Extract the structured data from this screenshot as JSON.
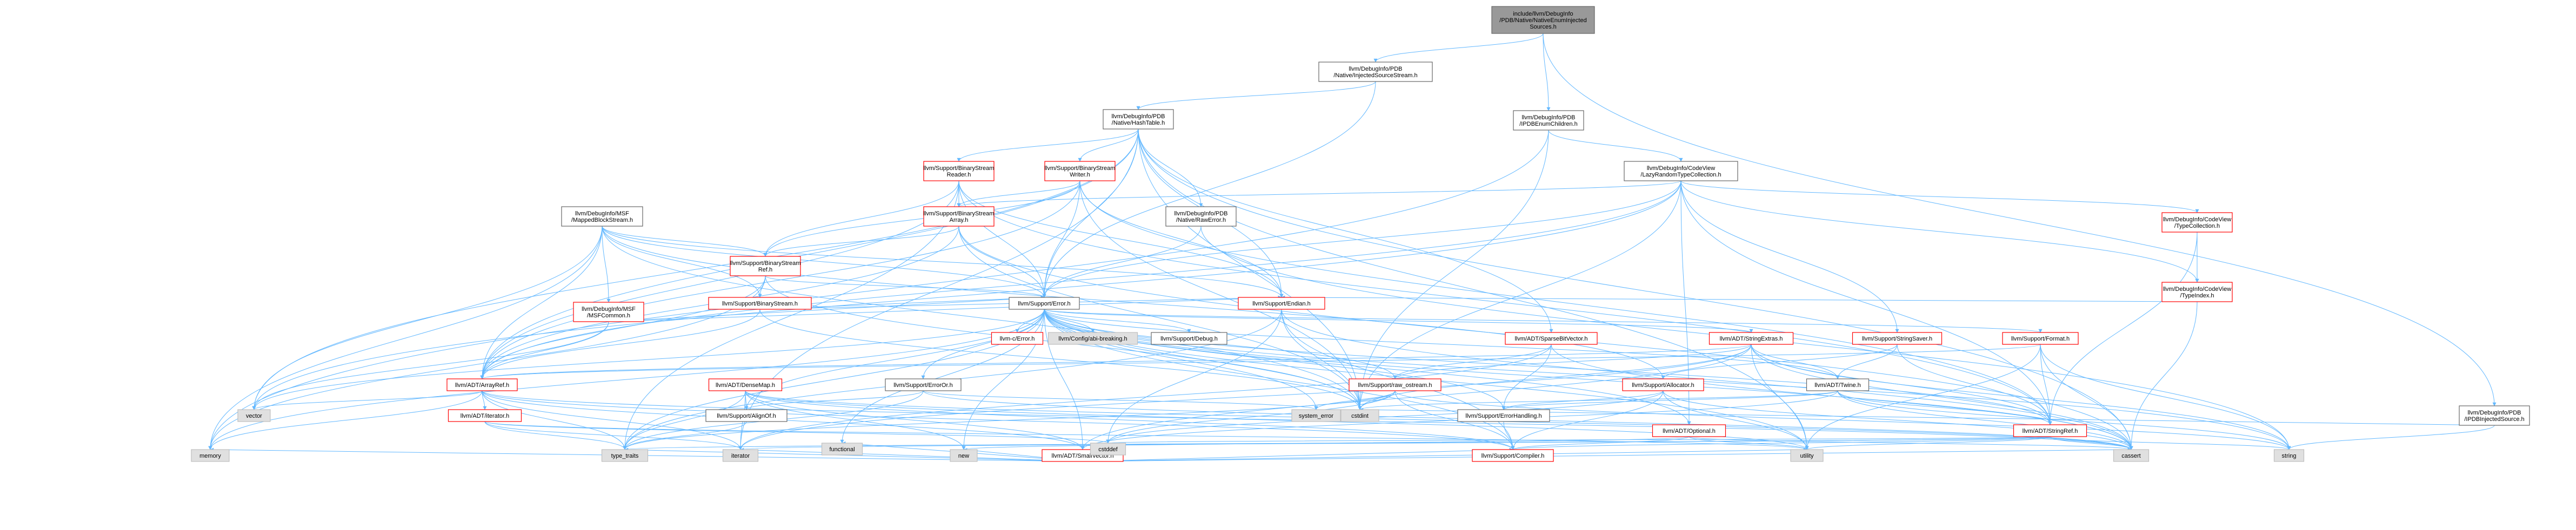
{
  "colors": {
    "edge": "#63b8ff",
    "node_default_border": "#666666",
    "node_red_border": "#ff0000",
    "node_gray_border": "#bfbfbf",
    "node_gray_fill": "#e0e0e0",
    "root_fill": "#999999",
    "root_border": "#666666",
    "red_text": "#ff0000"
  },
  "nodes": [
    {
      "id": "root",
      "lines": [
        "include/llvm/DebugInfo",
        "/PDB/Native/NativeEnumInjected",
        "Sources.h"
      ],
      "style": "root"
    },
    {
      "id": "injsrcstream",
      "lines": [
        "llvm/DebugInfo/PDB",
        "/Native/InjectedSourceStream.h"
      ],
      "style": "default"
    },
    {
      "id": "pdbenumchildren",
      "lines": [
        "llvm/DebugInfo/PDB",
        "/IPDBEnumChildren.h"
      ],
      "style": "default"
    },
    {
      "id": "ipdbinjsrc",
      "lines": [
        "llvm/DebugInfo/PDB",
        "/IPDBInjectedSource.h"
      ],
      "style": "default"
    },
    {
      "id": "hashtable",
      "lines": [
        "llvm/DebugInfo/PDB",
        "/Native/HashTable.h"
      ],
      "style": "default"
    },
    {
      "id": "lazyrandom",
      "lines": [
        "llvm/DebugInfo/CodeView",
        "/LazyRandomTypeCollection.h"
      ],
      "style": "default"
    },
    {
      "id": "bsreader",
      "lines": [
        "llvm/Support/BinaryStream",
        "Reader.h"
      ],
      "style": "red"
    },
    {
      "id": "bswriter",
      "lines": [
        "llvm/Support/BinaryStream",
        "Writer.h"
      ],
      "style": "red"
    },
    {
      "id": "rawerror",
      "lines": [
        "llvm/DebugInfo/PDB",
        "/Native/RawError.h"
      ],
      "style": "default"
    },
    {
      "id": "mappedblock",
      "lines": [
        "llvm/DebugInfo/MSF",
        "/MappedBlockStream.h"
      ],
      "style": "default"
    },
    {
      "id": "bsarray",
      "lines": [
        "llvm/Support/BinaryStream",
        "Array.h"
      ],
      "style": "red"
    },
    {
      "id": "bsref",
      "lines": [
        "llvm/Support/BinaryStream",
        "Ref.h"
      ],
      "style": "red"
    },
    {
      "id": "typecollection",
      "lines": [
        "llvm/DebugInfo/CodeView",
        "/TypeCollection.h"
      ],
      "style": "red"
    },
    {
      "id": "msfcommon",
      "lines": [
        "llvm/DebugInfo/MSF",
        "/MSFCommon.h"
      ],
      "style": "red"
    },
    {
      "id": "binarystream",
      "lines": [
        "llvm/Support/BinaryStream.h"
      ],
      "style": "red"
    },
    {
      "id": "typeindex",
      "lines": [
        "llvm/DebugInfo/CodeView",
        "/TypeIndex.h"
      ],
      "style": "red"
    },
    {
      "id": "endian",
      "lines": [
        "llvm/Support/Endian.h"
      ],
      "style": "red"
    },
    {
      "id": "error",
      "lines": [
        "llvm/Support/Error.h"
      ],
      "style": "default"
    },
    {
      "id": "cerror",
      "lines": [
        "llvm-c/Error.h"
      ],
      "style": "red"
    },
    {
      "id": "abibreaking",
      "lines": [
        "llvm/Config/abi-breaking.h"
      ],
      "style": "gray"
    },
    {
      "id": "debug",
      "lines": [
        "llvm/Support/Debug.h"
      ],
      "style": "default"
    },
    {
      "id": "sparsebit",
      "lines": [
        "llvm/ADT/SparseBitVector.h"
      ],
      "style": "red"
    },
    {
      "id": "stringextras",
      "lines": [
        "llvm/ADT/StringExtras.h"
      ],
      "style": "red"
    },
    {
      "id": "stringsaver",
      "lines": [
        "llvm/Support/StringSaver.h"
      ],
      "style": "red"
    },
    {
      "id": "format",
      "lines": [
        "llvm/Support/Format.h"
      ],
      "style": "red"
    },
    {
      "id": "arrayref",
      "lines": [
        "llvm/ADT/ArrayRef.h"
      ],
      "style": "red"
    },
    {
      "id": "densemap",
      "lines": [
        "llvm/ADT/DenseMap.h"
      ],
      "style": "red"
    },
    {
      "id": "erroror",
      "lines": [
        "llvm/Support/ErrorOr.h"
      ],
      "style": "default"
    },
    {
      "id": "rawostream",
      "lines": [
        "llvm/Support/raw_ostream.h"
      ],
      "style": "red"
    },
    {
      "id": "allocator",
      "lines": [
        "llvm/Support/Allocator.h"
      ],
      "style": "red"
    },
    {
      "id": "twine",
      "lines": [
        "llvm/ADT/Twine.h"
      ],
      "style": "default"
    },
    {
      "id": "vector",
      "lines": [
        "vector"
      ],
      "style": "gray"
    },
    {
      "id": "adtiterator",
      "lines": [
        "llvm/ADT/iterator.h"
      ],
      "style": "red"
    },
    {
      "id": "alignof",
      "lines": [
        "llvm/Support/AlignOf.h"
      ],
      "style": "default"
    },
    {
      "id": "smallvector",
      "lines": [
        "llvm/ADT/SmallVector.h"
      ],
      "style": "red"
    },
    {
      "id": "systemerror",
      "lines": [
        "system_error"
      ],
      "style": "gray"
    },
    {
      "id": "cstdint",
      "lines": [
        "cstdint"
      ],
      "style": "gray"
    },
    {
      "id": "errorhandling",
      "lines": [
        "llvm/Support/ErrorHandling.h"
      ],
      "style": "default"
    },
    {
      "id": "optional",
      "lines": [
        "llvm/ADT/Optional.h"
      ],
      "style": "red"
    },
    {
      "id": "stringref",
      "lines": [
        "llvm/ADT/StringRef.h"
      ],
      "style": "red"
    },
    {
      "id": "memory",
      "lines": [
        "memory"
      ],
      "style": "gray"
    },
    {
      "id": "typetraits",
      "lines": [
        "type_traits"
      ],
      "style": "gray"
    },
    {
      "id": "iterator",
      "lines": [
        "iterator"
      ],
      "style": "gray"
    },
    {
      "id": "functional",
      "lines": [
        "functional"
      ],
      "style": "gray"
    },
    {
      "id": "new",
      "lines": [
        "new"
      ],
      "style": "gray"
    },
    {
      "id": "cstddef",
      "lines": [
        "cstddef"
      ],
      "style": "gray"
    },
    {
      "id": "compiler",
      "lines": [
        "llvm/Support/Compiler.h"
      ],
      "style": "red"
    },
    {
      "id": "utility",
      "lines": [
        "utility"
      ],
      "style": "gray"
    },
    {
      "id": "cassert",
      "lines": [
        "cassert"
      ],
      "style": "gray"
    },
    {
      "id": "string",
      "lines": [
        "string"
      ],
      "style": "gray"
    }
  ],
  "edges": [
    [
      "root",
      "injsrcstream"
    ],
    [
      "root",
      "pdbenumchildren"
    ],
    [
      "root",
      "ipdbinjsrc"
    ],
    [
      "injsrcstream",
      "hashtable"
    ],
    [
      "injsrcstream",
      "error"
    ],
    [
      "pdbenumchildren",
      "lazyrandom"
    ],
    [
      "pdbenumchildren",
      "cstdint"
    ],
    [
      "pdbenumchildren",
      "memory"
    ],
    [
      "ipdbinjsrc",
      "cstdint"
    ],
    [
      "ipdbinjsrc",
      "string"
    ],
    [
      "hashtable",
      "sparsebit"
    ],
    [
      "hashtable",
      "bsreader"
    ],
    [
      "hashtable",
      "bswriter"
    ],
    [
      "hashtable",
      "rawerror"
    ],
    [
      "hashtable",
      "endian"
    ],
    [
      "hashtable",
      "error"
    ],
    [
      "hashtable",
      "vector"
    ],
    [
      "hashtable",
      "cstdint"
    ],
    [
      "hashtable",
      "iterator"
    ],
    [
      "hashtable",
      "utility"
    ],
    [
      "hashtable",
      "cassert"
    ],
    [
      "hashtable",
      "arrayref"
    ],
    [
      "lazyrandom",
      "bsarray"
    ],
    [
      "lazyrandom",
      "typecollection"
    ],
    [
      "lazyrandom",
      "typeindex"
    ],
    [
      "lazyrandom",
      "stringsaver"
    ],
    [
      "lazyrandom",
      "error"
    ],
    [
      "lazyrandom",
      "arrayref"
    ],
    [
      "lazyrandom",
      "optional"
    ],
    [
      "lazyrandom",
      "stringref"
    ],
    [
      "lazyrandom",
      "cstdint"
    ],
    [
      "lazyrandom",
      "vector"
    ],
    [
      "bsreader",
      "bsarray"
    ],
    [
      "bsreader",
      "bsref"
    ],
    [
      "bsreader",
      "endian"
    ],
    [
      "bsreader",
      "error"
    ],
    [
      "bsreader",
      "arrayref"
    ],
    [
      "bsreader",
      "stringref"
    ],
    [
      "bsreader",
      "typetraits"
    ],
    [
      "bswriter",
      "bsarray"
    ],
    [
      "bswriter",
      "bsref"
    ],
    [
      "bswriter",
      "endian"
    ],
    [
      "bswriter",
      "error"
    ],
    [
      "bswriter",
      "arrayref"
    ],
    [
      "bswriter",
      "stringref"
    ],
    [
      "bswriter",
      "cstdint"
    ],
    [
      "rawerror",
      "error"
    ],
    [
      "rawerror",
      "string"
    ],
    [
      "mappedblock",
      "msfcommon"
    ],
    [
      "mappedblock",
      "binarystream"
    ],
    [
      "mappedblock",
      "bsref"
    ],
    [
      "mappedblock",
      "allocator"
    ],
    [
      "mappedblock",
      "endian"
    ],
    [
      "mappedblock",
      "error"
    ],
    [
      "mappedblock",
      "arrayref"
    ],
    [
      "mappedblock",
      "cstdint"
    ],
    [
      "mappedblock",
      "memory"
    ],
    [
      "mappedblock",
      "vector"
    ],
    [
      "bsarray",
      "bsref"
    ],
    [
      "bsarray",
      "arrayref"
    ],
    [
      "bsarray",
      "error"
    ],
    [
      "bsarray",
      "cassert"
    ],
    [
      "bsarray",
      "cstdint"
    ],
    [
      "bsref",
      "binarystream"
    ],
    [
      "bsref",
      "arrayref"
    ],
    [
      "bsref",
      "error"
    ],
    [
      "bsref",
      "cstdint"
    ],
    [
      "bsref",
      "memory"
    ],
    [
      "typecollection",
      "typeindex"
    ],
    [
      "typecollection",
      "stringref"
    ],
    [
      "typeindex",
      "endian"
    ],
    [
      "typeindex",
      "cassert"
    ],
    [
      "typeindex",
      "cinttypes"
    ],
    [
      "msfcommon",
      "error"
    ],
    [
      "msfcommon",
      "endian"
    ],
    [
      "msfcommon",
      "arrayref"
    ],
    [
      "msfcommon",
      "vector"
    ],
    [
      "binarystream",
      "error"
    ],
    [
      "binarystream",
      "endian"
    ],
    [
      "binarystream",
      "arrayref"
    ],
    [
      "binarystream",
      "cstdint"
    ],
    [
      "endian",
      "compiler"
    ],
    [
      "endian",
      "cassert"
    ],
    [
      "endian",
      "cstddef"
    ],
    [
      "endian",
      "cstdint"
    ],
    [
      "endian",
      "typetraits"
    ],
    [
      "error",
      "cerror"
    ],
    [
      "error",
      "abibreaking"
    ],
    [
      "error",
      "debug"
    ],
    [
      "error",
      "stringextras"
    ],
    [
      "error",
      "twine"
    ],
    [
      "error",
      "errorhandling"
    ],
    [
      "error",
      "erroror"
    ],
    [
      "error",
      "format"
    ],
    [
      "error",
      "rawostream"
    ],
    [
      "error",
      "alignof"
    ],
    [
      "error",
      "compiler"
    ],
    [
      "error",
      "smallvector"
    ],
    [
      "error",
      "stringref"
    ],
    [
      "error",
      "cassert"
    ],
    [
      "error",
      "cstdint"
    ],
    [
      "error",
      "memory"
    ],
    [
      "error",
      "new"
    ],
    [
      "error",
      "string"
    ],
    [
      "error",
      "systemerror"
    ],
    [
      "error",
      "typetraits"
    ],
    [
      "error",
      "utility"
    ],
    [
      "error",
      "vector"
    ],
    [
      "error",
      "functional"
    ],
    [
      "error",
      "optional"
    ],
    [
      "stringextras",
      "arrayref"
    ],
    [
      "stringextras",
      "smallvector"
    ],
    [
      "stringextras",
      "stringref"
    ],
    [
      "stringextras",
      "twine"
    ],
    [
      "stringextras",
      "cstdint"
    ],
    [
      "stringextras",
      "iterator"
    ],
    [
      "stringextras",
      "string"
    ],
    [
      "stringextras",
      "utility"
    ],
    [
      "stringextras",
      "cassert"
    ],
    [
      "stringextras",
      "rawostream"
    ],
    [
      "sparsebit",
      "errorhandling"
    ],
    [
      "sparsebit",
      "rawostream"
    ],
    [
      "sparsebit",
      "cassert"
    ],
    [
      "sparsebit",
      "iterator"
    ],
    [
      "stringsaver",
      "allocator"
    ],
    [
      "stringsaver",
      "stringref"
    ],
    [
      "stringsaver",
      "twine"
    ],
    [
      "format",
      "arrayref"
    ],
    [
      "format",
      "stringref"
    ],
    [
      "format",
      "cassert"
    ],
    [
      "format",
      "string"
    ],
    [
      "format",
      "utility"
    ],
    [
      "arrayref",
      "compiler"
    ],
    [
      "arrayref",
      "smallvector"
    ],
    [
      "arrayref",
      "adtiterator"
    ],
    [
      "arrayref",
      "vector"
    ],
    [
      "arrayref",
      "memory"
    ],
    [
      "arrayref",
      "typetraits"
    ],
    [
      "arrayref",
      "iterator"
    ],
    [
      "arrayref",
      "cassert"
    ],
    [
      "densemap",
      "alignof"
    ],
    [
      "densemap",
      "compiler"
    ],
    [
      "densemap",
      "smallvector"
    ],
    [
      "densemap",
      "typetraits"
    ],
    [
      "densemap",
      "new"
    ],
    [
      "densemap",
      "utility"
    ],
    [
      "densemap",
      "iterator"
    ],
    [
      "densemap",
      "cassert"
    ],
    [
      "erroror",
      "alignof"
    ],
    [
      "erroror",
      "systemerror"
    ],
    [
      "erroror",
      "cassert"
    ],
    [
      "erroror",
      "typetraits"
    ],
    [
      "rawostream",
      "compiler"
    ],
    [
      "rawostream",
      "systemerror"
    ],
    [
      "rawostream",
      "cstdint"
    ],
    [
      "rawostream",
      "string"
    ],
    [
      "rawostream",
      "cstddef"
    ],
    [
      "rawostream",
      "typetraits"
    ],
    [
      "allocator",
      "compiler"
    ],
    [
      "allocator",
      "errorhandling"
    ],
    [
      "allocator",
      "cstddef"
    ],
    [
      "allocator",
      "utility"
    ],
    [
      "allocator",
      "cassert"
    ],
    [
      "twine",
      "smallvector"
    ],
    [
      "twine",
      "stringref"
    ],
    [
      "twine",
      "errorhandling"
    ],
    [
      "twine",
      "cassert"
    ],
    [
      "twine",
      "cstdint"
    ],
    [
      "twine",
      "string"
    ],
    [
      "adtiterator",
      "iterator"
    ],
    [
      "adtiterator",
      "typetraits"
    ],
    [
      "adtiterator",
      "utility"
    ],
    [
      "adtiterator",
      "cstddef"
    ],
    [
      "alignof",
      "typetraits"
    ],
    [
      "smallvector",
      "compiler"
    ],
    [
      "smallvector",
      "typetraits"
    ],
    [
      "smallvector",
      "iterator"
    ],
    [
      "smallvector",
      "cstddef"
    ],
    [
      "smallvector",
      "memory"
    ],
    [
      "smallvector",
      "functional"
    ],
    [
      "smallvector",
      "new"
    ],
    [
      "smallvector",
      "utility"
    ],
    [
      "smallvector",
      "cassert"
    ],
    [
      "smallvector",
      "cstdlib"
    ],
    [
      "errorhandling",
      "compiler"
    ],
    [
      "optional",
      "compiler"
    ],
    [
      "optional",
      "new"
    ],
    [
      "optional",
      "utility"
    ],
    [
      "optional",
      "cassert"
    ],
    [
      "stringref",
      "compiler"
    ],
    [
      "stringref",
      "iterator"
    ],
    [
      "stringref",
      "cassert"
    ],
    [
      "stringref",
      "cstddef"
    ],
    [
      "stringref",
      "string"
    ],
    [
      "stringref",
      "utility"
    ],
    [
      "stringref",
      "typetraits"
    ]
  ]
}
